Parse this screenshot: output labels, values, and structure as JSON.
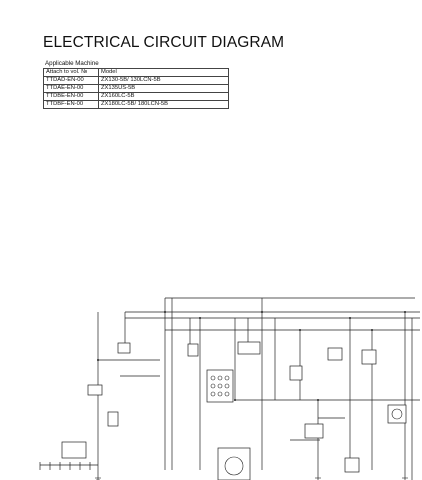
{
  "document": {
    "title": "ELECTRICAL CIRCUIT DIAGRAM",
    "applicable_caption": "Applicable Machine",
    "table": {
      "headers": [
        "Attach to vol. №",
        "Model"
      ],
      "rows": [
        [
          "TTDAD-EN-00",
          "ZX130-5B/ 130LCN-5B"
        ],
        [
          "TTDAE-EN-00",
          "ZX135US-5B"
        ],
        [
          "TTDBE-EN-00",
          "ZX160LC-5B"
        ],
        [
          "TTDBF-EN-00",
          "ZX180LC-5B/ 180LCN-5B"
        ]
      ]
    }
  },
  "diagram": {
    "line_color": "#222222"
  }
}
